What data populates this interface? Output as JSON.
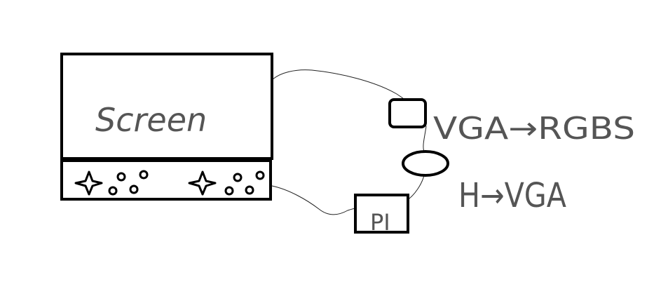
{
  "diagram": {
    "screen_label": "Screen",
    "pi_label": "PI",
    "vga_rgbs_label": "VGA→RGBS",
    "h_vga_label": "H→VGA",
    "colors": {
      "ink": "#000000",
      "pencil": "#555555",
      "background": "#ffffff"
    },
    "icons": [
      "dpad-icon",
      "dpad-icon",
      "button-cluster-icon",
      "button-cluster-icon"
    ]
  }
}
